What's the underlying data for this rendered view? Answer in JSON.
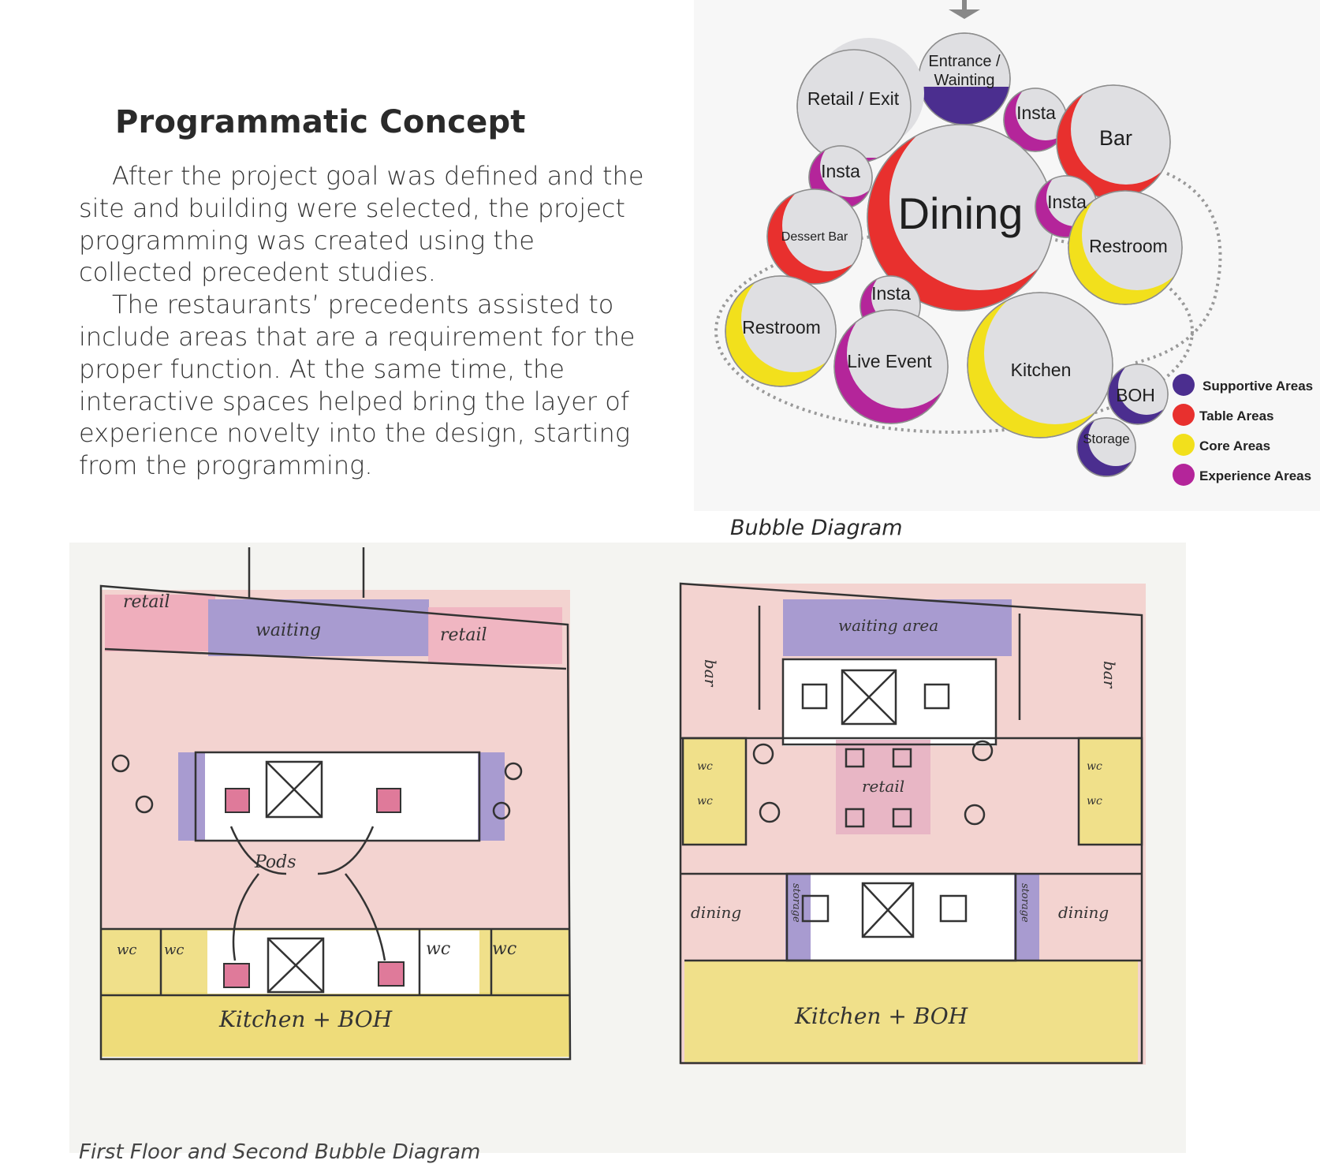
{
  "heading": "Programmatic Concept",
  "paragraphs": [
    "After the project goal was defined and the site and building were selected, the project programming was created using the collected precedent studies.",
    "The restaurants’ precedents assisted to include areas that are a requirement for the proper function. At the same time, the interactive spaces helped bring the layer of experience novelty into the design, starting from the programming."
  ],
  "bubble_diagram": {
    "caption": "Bubble Diagram",
    "bubbles": {
      "entrance_line1": "Entrance /",
      "entrance_line2": "Wainting",
      "retail_exit": "Retail / Exit",
      "insta": "Insta",
      "bar": "Bar",
      "dining": "Dining",
      "dessert_bar": "Dessert Bar",
      "restroom": "Restroom",
      "live_event": "Live Event",
      "kitchen": "Kitchen",
      "boh": "BOH",
      "storage": "Storage"
    },
    "legend": [
      {
        "label": "Supportive Areas",
        "color": "#4b2e8f"
      },
      {
        "label": "Table Areas",
        "color": "#e8302e"
      },
      {
        "label": "Core Areas",
        "color": "#f2e01c"
      },
      {
        "label": "Experience Areas",
        "color": "#b4259a"
      }
    ]
  },
  "sketch_left": {
    "retail": "retail",
    "waiting": "waiting",
    "pods": "Pods",
    "wc": "wc",
    "kitchen": "Kitchen + BOH"
  },
  "sketch_right": {
    "waiting_area": "waiting area",
    "bar": "bar",
    "retail": "retail",
    "wc": "wc",
    "dining": "dining",
    "storage": "storage",
    "kitchen": "Kitchen + BOH"
  },
  "partial_caption": "First Floor and Second Bubble Diagram"
}
